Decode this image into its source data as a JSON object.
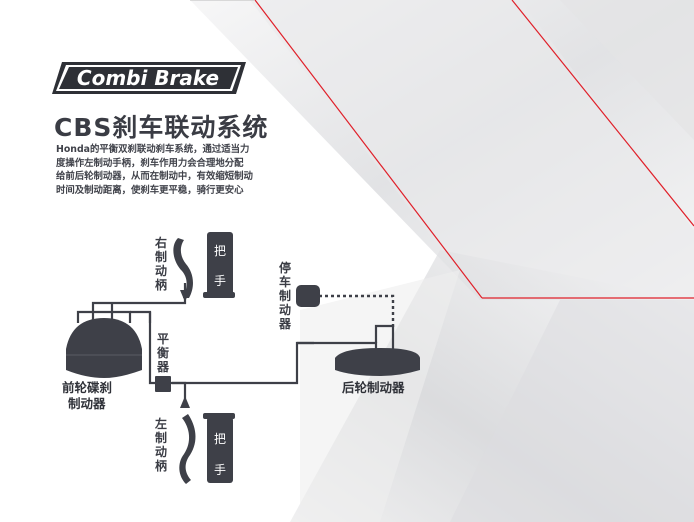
{
  "logo": {
    "text": "Combi Brake"
  },
  "title": "CBS刹车联动系统",
  "description": [
    "Honda的平衡双刹联动刹车系统，通过适当力",
    "度操作左制动手柄，刹车作用力会合理地分配",
    "给前后轮制动器，从而在制动中，有效缩短制动",
    "时间及制动距离，使刹车更平稳，骑行更安心"
  ],
  "diagram": {
    "right_lever_label": "右制动柄",
    "right_handle_char1": "把",
    "right_handle_char2": "手",
    "parking_lever_label": "停车制动器",
    "balancer_label": "平衡器",
    "front_brake_label_line1": "前轮碟刹",
    "front_brake_label_line2": "制动器",
    "rear_brake_label": "后轮制动器",
    "left_lever_label": "左制动柄",
    "left_handle_char1": "把",
    "left_handle_char2": "手"
  },
  "colors": {
    "accent_red": "#e0202a",
    "component_dark": "#3e4048",
    "text_dark": "#3a3c44"
  }
}
